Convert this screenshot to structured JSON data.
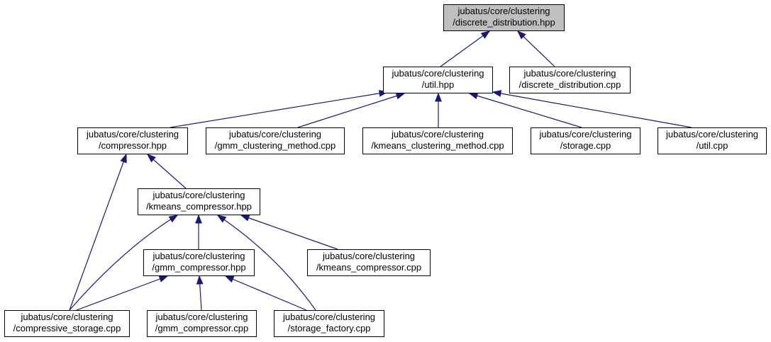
{
  "colors": {
    "edge": "#191970",
    "node_border": "#000000",
    "node_fill": "#ffffff",
    "current_fill": "#bfbfbf"
  },
  "nodes": {
    "discrete_distribution_hpp": {
      "line1": "jubatus/core/clustering",
      "line2": "/discrete_distribution.hpp"
    },
    "util_hpp": {
      "line1": "jubatus/core/clustering",
      "line2": "/util.hpp"
    },
    "discrete_distribution_cpp": {
      "line1": "jubatus/core/clustering",
      "line2": "/discrete_distribution.cpp"
    },
    "compressor_hpp": {
      "line1": "jubatus/core/clustering",
      "line2": "/compressor.hpp"
    },
    "gmm_clustering_method_cpp": {
      "line1": "jubatus/core/clustering",
      "line2": "/gmm_clustering_method.cpp"
    },
    "kmeans_clustering_method_cpp": {
      "line1": "jubatus/core/clustering",
      "line2": "/kmeans_clustering_method.cpp"
    },
    "storage_cpp": {
      "line1": "jubatus/core/clustering",
      "line2": "/storage.cpp"
    },
    "util_cpp": {
      "line1": "jubatus/core/clustering",
      "line2": "/util.cpp"
    },
    "kmeans_compressor_hpp": {
      "line1": "jubatus/core/clustering",
      "line2": "/kmeans_compressor.hpp"
    },
    "gmm_compressor_hpp": {
      "line1": "jubatus/core/clustering",
      "line2": "/gmm_compressor.hpp"
    },
    "kmeans_compressor_cpp": {
      "line1": "jubatus/core/clustering",
      "line2": "/kmeans_compressor.cpp"
    },
    "compressive_storage_cpp": {
      "line1": "jubatus/core/clustering",
      "line2": "/compressive_storage.cpp"
    },
    "gmm_compressor_cpp": {
      "line1": "jubatus/core/clustering",
      "line2": "/gmm_compressor.cpp"
    },
    "storage_factory_cpp": {
      "line1": "jubatus/core/clustering",
      "line2": "/storage_factory.cpp"
    }
  }
}
